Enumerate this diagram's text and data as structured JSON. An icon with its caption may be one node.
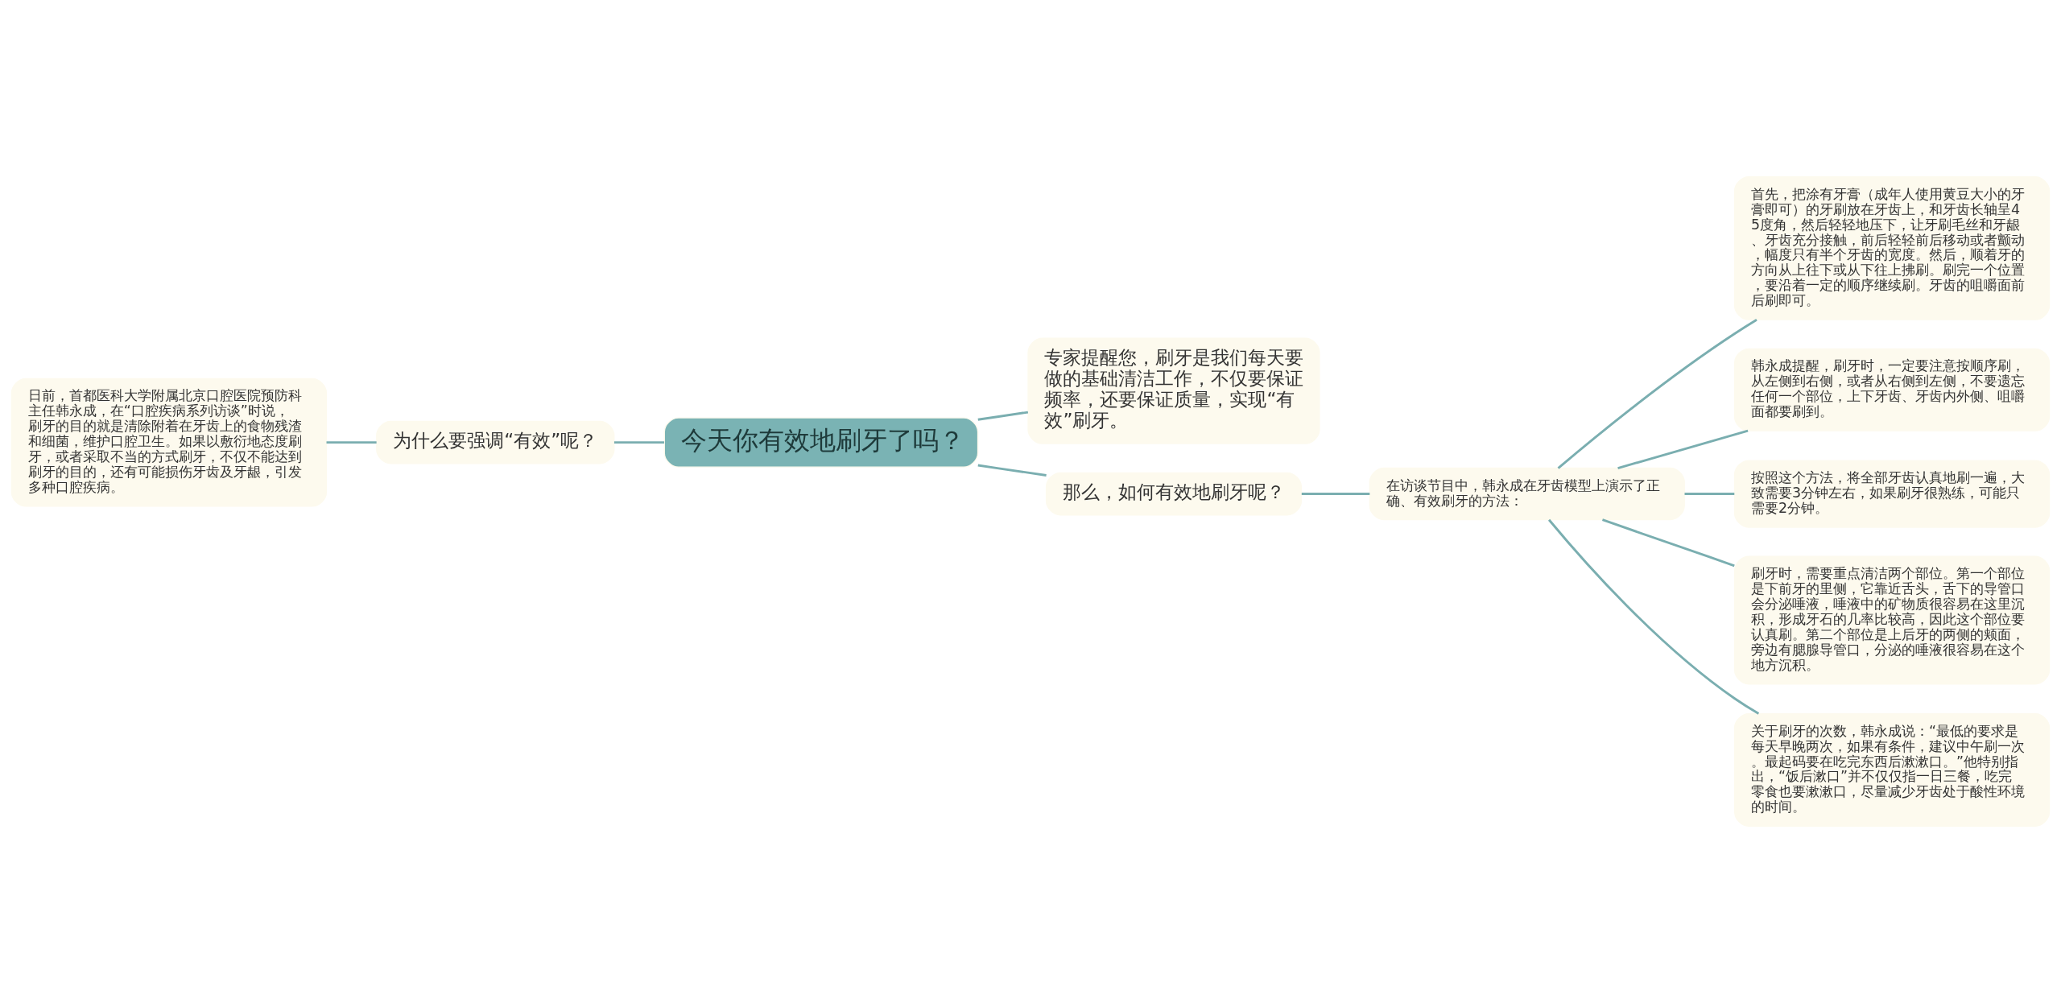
{
  "diagram": {
    "nodes": [
      {
        "text": [
          "今天你有效地刷牙了吗？"
        ]
      },
      {
        "text": [
          "专家提醒您，刷牙是我们每天要做的基础清洁工作，不仅要保证频率，还要保证质量，实现“有效”刷牙。"
        ]
      },
      {
        "text": [
          "为什么要强调“有效”呢？"
        ]
      },
      {
        "text": [
          "日前，首都医科大学附属北京口腔医院预防科主任韩永成，在“口腔疾病系列访谈”时说，刷牙的目的就是清除附着在牙齿上的食物残渣和细菌，维护口腔卫生。如果以敷衍地态度刷牙，或者采取不当的方式刷牙，不仅不能达到刷牙的目的，还有可能损伤牙齿及牙龈，引发多种口腔疾病。"
        ]
      },
      {
        "text": [
          "那么，如何有效地刷牙呢？"
        ]
      },
      {
        "text": [
          "在访谈节目中，韩永成在牙齿模型上演示了正确、有效刷牙的方法："
        ]
      },
      {
        "text": [
          "首先，把涂有牙膏（成年人使用黄豆大小的牙膏即可）的牙刷放在牙齿上，和牙齿长轴呈45度角，然后轻轻地压下，让牙刷毛丝和牙龈、牙齿充分接触，前后轻轻前后移动或者颤动，幅度只有半个牙齿的宽度。然后，顺着牙的方向从上往下或从下往上拂刷。刷完一个位置，要沿着一定的顺序继续刷。牙齿的咀嚼面前后刷即可。"
        ]
      },
      {
        "text": [
          "韩永成提醒，刷牙时，一定要注意按顺序刷，从左侧到右侧，或者从右侧到左侧，不要遗忘任何一个部位，上下牙齿、牙齿内外侧、咀嚼面都要刷到。"
        ]
      },
      {
        "text": [
          "按照这个方法，将全部牙齿认真地刷一遍，大致需要3分钟左右，如果刷牙很熟练，可能只需要2分钟。"
        ]
      },
      {
        "text": [
          "刷牙时，需要重点清洁两个部位。第一个部位是下前牙的里侧，它靠近舌头，舌下的导管口会分泌唾液，唾液中的矿物质很容易在这里沉积，形成牙石的几率比较高，因此这个部位要认真刷。第二个部位是上后牙的两侧的颊面，旁边有腮腺导管口，分泌的唾液很容易在这个地方沉积。"
        ]
      },
      {
        "text": [
          "关于刷牙的次数，韩永成说：“最低的要求是每天早晚两次，如果有条件，建议中午刷一次。最起码要在吃完东西后漱漱口。”他特别指出，“饭后漱口”并不仅仅指一日三餐，吃完零食也要漱漱口，尽量减少牙齿处于酸性环境的时间。"
        ]
      }
    ],
    "edges": [
      {
        "from": 0,
        "to": 1,
        "arrow": "none"
      },
      {
        "from": 0,
        "to": 2,
        "arrow": "none"
      },
      {
        "from": 2,
        "to": 3,
        "arrow": "none"
      },
      {
        "from": 0,
        "to": 4,
        "arrow": "none"
      },
      {
        "from": 4,
        "to": 5,
        "arrow": "none"
      },
      {
        "from": 5,
        "to": 6,
        "arrow": "none"
      },
      {
        "from": 5,
        "to": 7,
        "arrow": "none"
      },
      {
        "from": 5,
        "to": 8,
        "arrow": "none"
      },
      {
        "from": 5,
        "to": 9,
        "arrow": "none"
      },
      {
        "from": 5,
        "to": 10,
        "arrow": "none"
      }
    ]
  }
}
